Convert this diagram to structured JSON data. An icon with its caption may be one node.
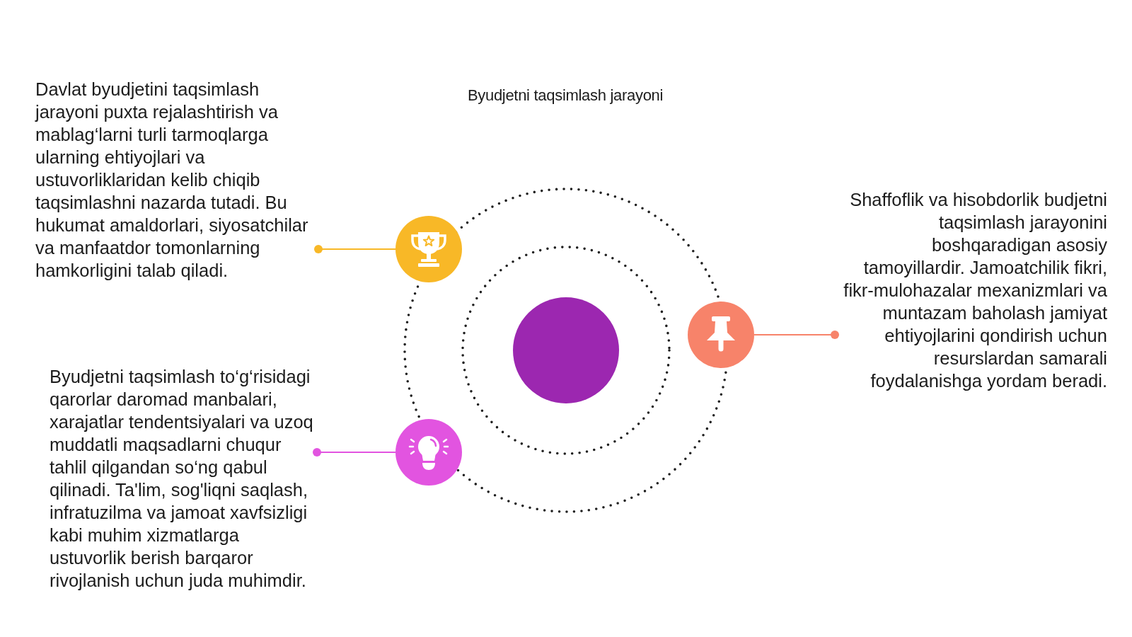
{
  "diagram": {
    "title": "Byudjetni taqsimlash jarayoni",
    "nodes": [
      {
        "text": [
          "Davlat byudjetini taqsimlash jarayoni puxta rejalashtirish va mablag‘larni turli tarmoqlarga ularning ehtiyojlari va ustuvorliklaridan kelib chiqib taqsimlashni nazarda tutadi. Bu hukumat amaldorlari, siyosatchilar va manfaatdor tomonlarning hamkorligini talab qiladi."
        ]
      },
      {
        "text": [],
        "shape": "circle"
      },
      {
        "text": [],
        "shape": "circle"
      },
      {
        "text": [],
        "shape": "circle"
      },
      {
        "text": [
          "Shaffoflik va hisobdorlik budjetni taqsimlash jarayonini boshqaradigan asosiy tamoyillardir. Jamoatchilik fikri, fikr-mulohazalar mexanizmlari va muntazam baholash jamiyat ehtiyojlarini qondirish uchun resurslardan samarali foydalanishga yordam beradi."
        ]
      },
      {
        "text": [
          "Byudjetni taqsimlash to‘g‘risidagi qarorlar daromad manbalari, xarajatlar tendentsiyalari va uzoq muddatli maqsadlarni chuqur tahlil qilgandan so‘ng qabul qilinadi. Ta'lim, sog'liqni saqlash, infratuzilma va jamoat xavfsizligi kabi muhim xizmatlarga ustuvorlik berish barqaror rivojlanish uchun juda muhimdir."
        ]
      },
      {
        "text": [],
        "shape": "circle"
      }
    ],
    "edges": [
      {
        "from": 1,
        "to": 0,
        "arrow": "other",
        "color": "#f8b827"
      },
      {
        "from": 3,
        "to": 4,
        "arrow": "other",
        "color": "#f7836a"
      },
      {
        "from": 6,
        "to": 5,
        "arrow": "other",
        "color": "#e254e0"
      }
    ]
  }
}
